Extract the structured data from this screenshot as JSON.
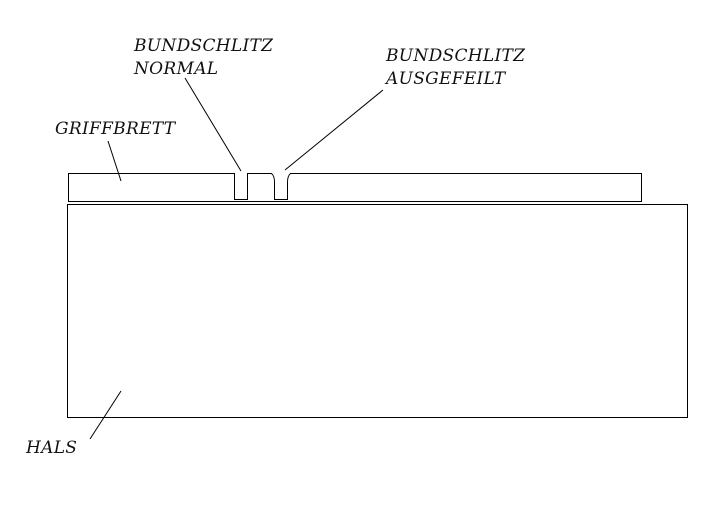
{
  "labels": {
    "slot_normal_line1": "BUNDSCHLITZ",
    "slot_normal_line2": "NORMAL",
    "slot_filed_line1": "BUNDSCHLITZ",
    "slot_filed_line2": "AUSGEFEILT",
    "fingerboard": "GRIFFBRETT",
    "neck": "HALS"
  },
  "colors": {
    "background": "#ffffff",
    "stroke": "#000000",
    "text": "#111111"
  }
}
